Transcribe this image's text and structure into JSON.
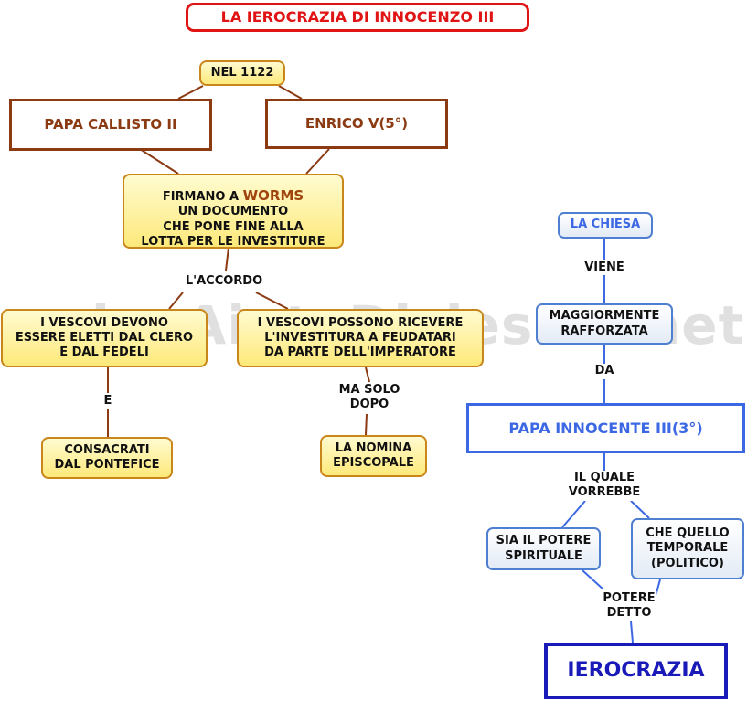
{
  "title": "LA IEROCRAZIA DI INNOCENZO III",
  "watermark": "by AiutoDislessia.net",
  "left": {
    "year": "NEL 1122",
    "pope": "PAPA CALLISTO II",
    "emperor": "ENRICO V(5°)",
    "signing": {
      "line1_pre": "FIRMANO A ",
      "line1_accent": "WORMS",
      "rest": "UN DOCUMENTO\nCHE PONE FINE ALLA\nLOTTA PER LE INVESTITURE"
    },
    "agreement_label": "L'ACCORDO",
    "bishops_elected": "I VESCOVI DEVONO\nESSERE ELETTI DAL CLERO\nE DAL FEDELI",
    "bishops_investiture": "I VESCOVI POSSONO RICEVERE\nL'INVESTITURA A FEUDATARI\nDA PARTE DELL'IMPERATORE",
    "and_label": "E",
    "consecrated": "CONSACRATI\nDAL PONTEFICE",
    "only_after_label": "MA SOLO\nDOPO",
    "nomination": "LA NOMINA\nEPISCOPALE"
  },
  "right": {
    "church": "LA CHIESA",
    "is_label": "VIENE",
    "strengthened": "MAGGIORMENTE\nRAFFORZATA",
    "by_label": "DA",
    "pope": "PAPA INNOCENTE III(3°)",
    "wants_label": "IL QUALE\nVORREBBE",
    "spiritual": "SIA IL POTERE\nSPIRITUALE",
    "temporal": "CHE QUELLO\nTEMPORALE\n(POLITICO)",
    "called_label": "POTERE\nDETTO",
    "result": "IEROCRAZIA"
  },
  "colors": {
    "title": "#e01414",
    "brown": "#8b3a12",
    "yellow_fill": "#fde97a",
    "blue": "#3c68e4",
    "final": "#1a1ab8"
  }
}
